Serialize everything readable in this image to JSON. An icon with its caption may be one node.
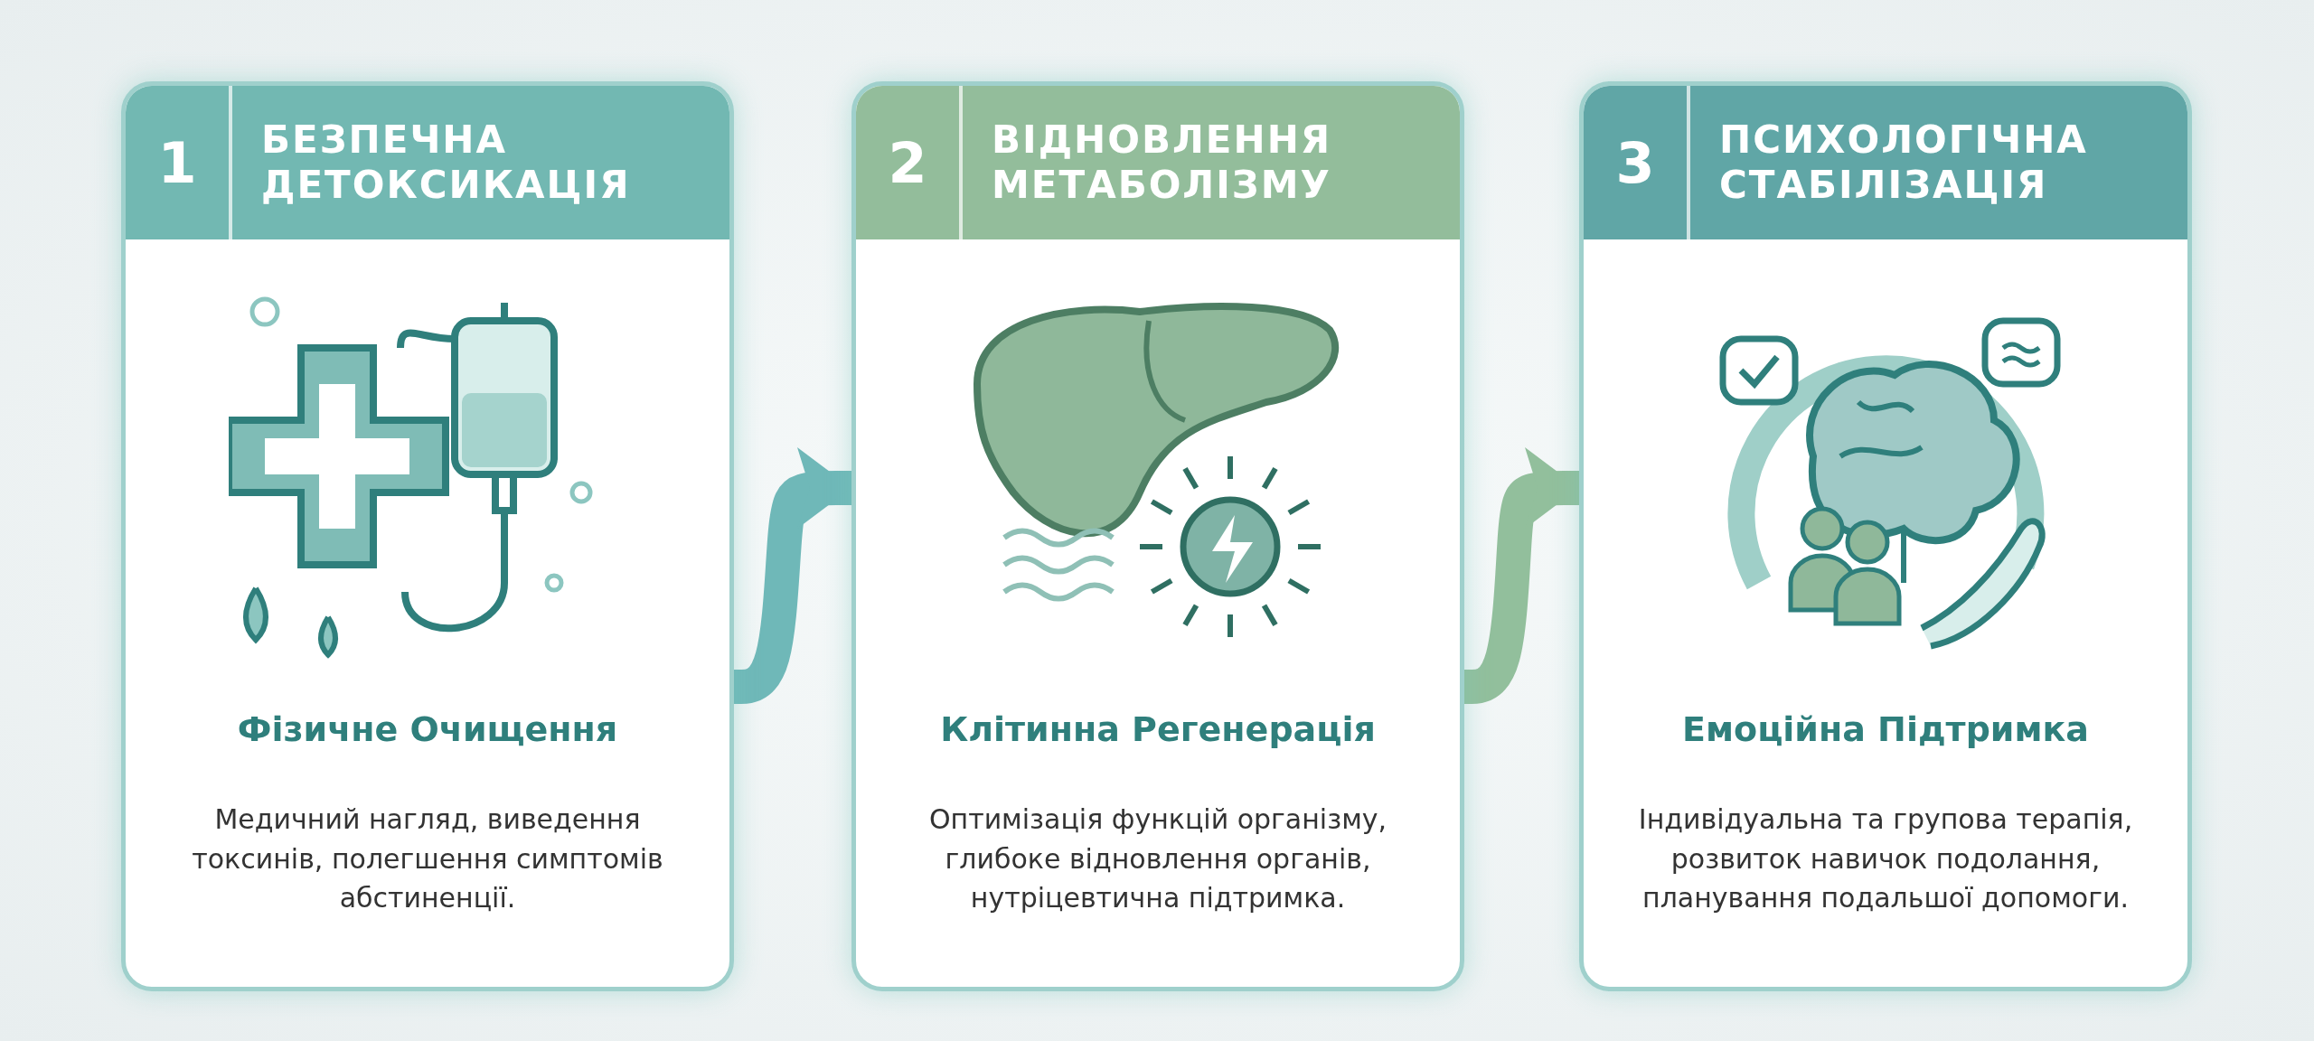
{
  "diagram": {
    "nodes": [
      {
        "text": [
          "1",
          "БЕЗПЕЧНА ДЕТОКСИКАЦІЯ",
          "Фізичне Очищення",
          "Медичний нагляд, виведення токсинів, полегшення симптомів абстиненції."
        ]
      },
      {
        "text": [
          "2",
          "ВІДНОВЛЕННЯ МЕТАБОЛІЗМУ",
          "Клітинна Регенерація",
          "Оптимізація функцій організму, глибоке відновлення органів, нутріцевтична підтримка."
        ]
      },
      {
        "text": [
          "3",
          "ПСИХОЛОГІЧНА СТАБІЛІЗАЦІЯ",
          "Емоційна Підтримка",
          "Індивідуальна та групова терапія, розвиток навичок подолання, планування подальшої допомоги."
        ]
      }
    ],
    "edges": [
      {
        "from": 0,
        "to": 1,
        "arrow": "to",
        "color": "#6fb8b8"
      },
      {
        "from": 1,
        "to": 2,
        "arrow": "to",
        "color": "#92bf9c"
      }
    ]
  }
}
